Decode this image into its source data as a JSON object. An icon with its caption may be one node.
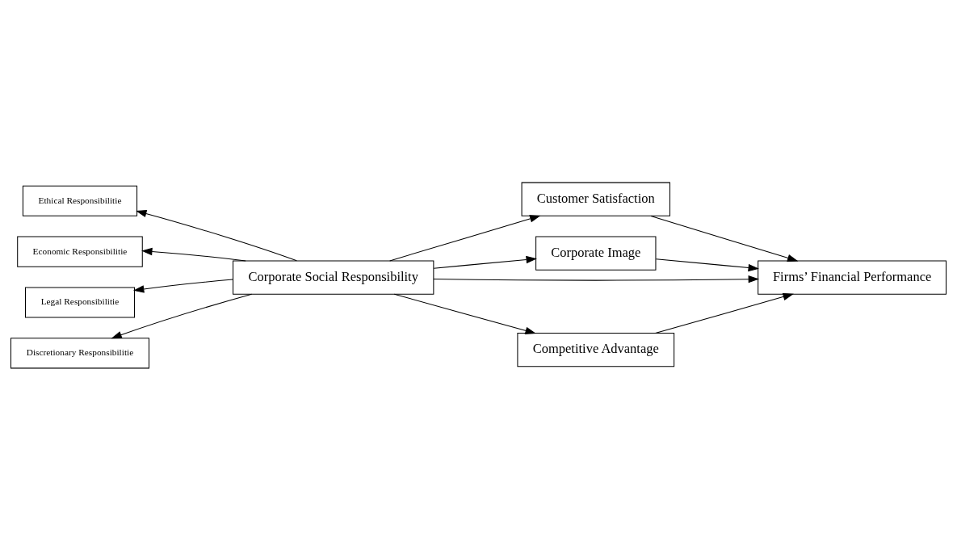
{
  "diagram": {
    "nodes": [
      {
        "text": [
          "Ethical Responsibilitie"
        ]
      },
      {
        "text": [
          "Economic Responsibilitie"
        ]
      },
      {
        "text": [
          "Legal Responsibilitie"
        ]
      },
      {
        "text": [
          "Discretionary Responsibilitie"
        ]
      },
      {
        "text": [
          "Corporate Social Responsibility"
        ]
      },
      {
        "text": [
          "Customer Satisfaction"
        ]
      },
      {
        "text": [
          "Corporate Image"
        ]
      },
      {
        "text": [
          "Firms’ Financial Performance"
        ]
      },
      {
        "text": [
          "Competitive Advantage"
        ]
      }
    ],
    "edges": [
      {
        "from": 4,
        "to": 0,
        "arrow": "to"
      },
      {
        "from": 4,
        "to": 1,
        "arrow": "to"
      },
      {
        "from": 4,
        "to": 2,
        "arrow": "to"
      },
      {
        "from": 4,
        "to": 3,
        "arrow": "to"
      },
      {
        "from": 4,
        "to": 5,
        "arrow": "to"
      },
      {
        "from": 4,
        "to": 6,
        "arrow": "to"
      },
      {
        "from": 4,
        "to": 7,
        "arrow": "to"
      },
      {
        "from": 4,
        "to": 8,
        "arrow": "to"
      },
      {
        "from": 5,
        "to": 7,
        "arrow": "to"
      },
      {
        "from": 6,
        "to": 7,
        "arrow": "to"
      },
      {
        "from": 8,
        "to": 7,
        "arrow": "to"
      }
    ]
  }
}
